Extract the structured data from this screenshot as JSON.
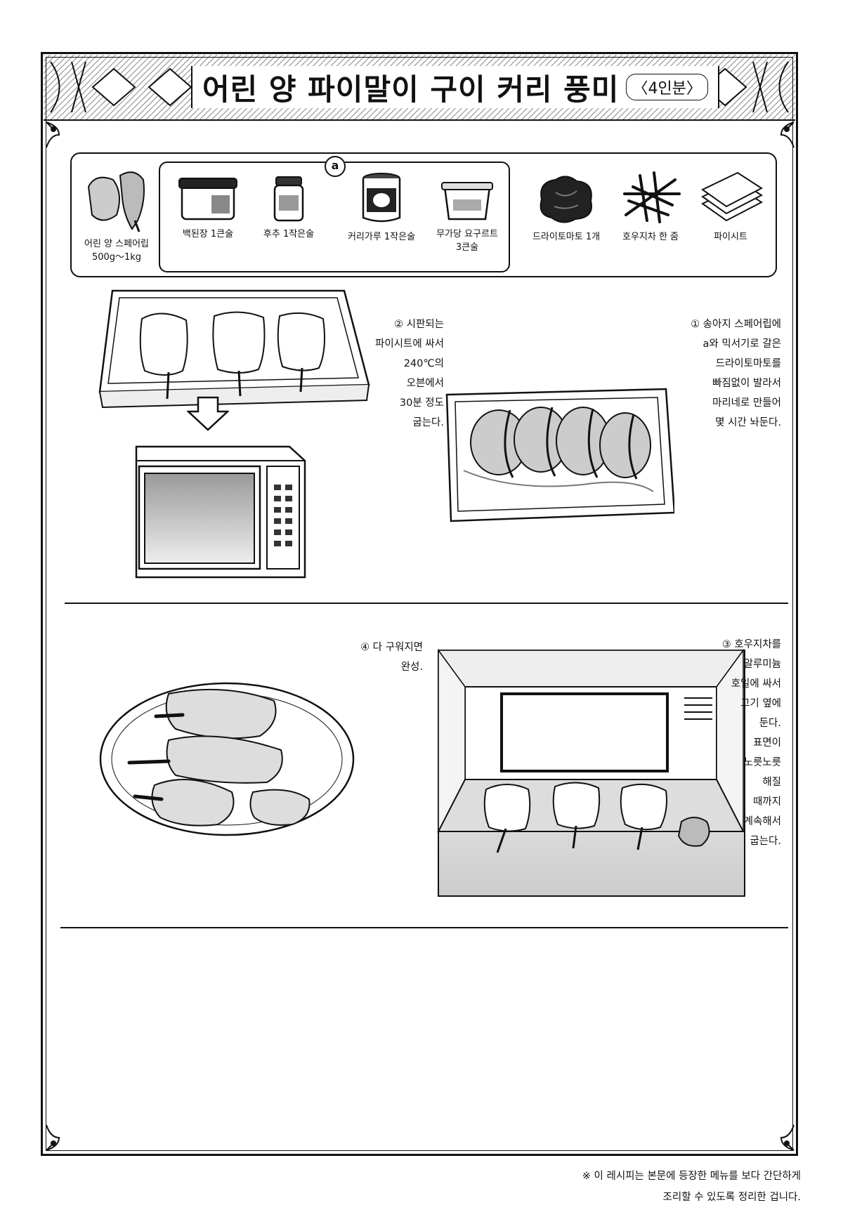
{
  "header": {
    "title": "어린 양 파이말이 구이 커리 풍미",
    "servings": "〈4인분〉"
  },
  "ingredients": {
    "group_a_badge": "a",
    "items": [
      {
        "name": "lamb-spare-ribs",
        "label": "어린 양 스페어립\n500g～1kg"
      },
      {
        "name": "miso",
        "label": "백된장 1큰술"
      },
      {
        "name": "pepper",
        "label": "후추 1작은술"
      },
      {
        "name": "curry-powder",
        "label": "커리가루 1작은술"
      },
      {
        "name": "yogurt",
        "label": "무가당 요구르트\n3큰술"
      },
      {
        "name": "dried-tomato",
        "label": "드라이토마토 1개"
      },
      {
        "name": "walnut-tea",
        "label": "호우지차 한 줌"
      },
      {
        "name": "pie-sheet",
        "label": "파이시트"
      }
    ]
  },
  "steps": [
    {
      "id": "step-1",
      "text": "① 송아지 스페어립에\na와 믹서기로 갈은\n드라이토마토를\n빠짐없이 발라서\n마리네로 만들어\n몇 시간 놔둔다."
    },
    {
      "id": "step-2",
      "text": "② 시판되는\n파이시트에 싸서\n240℃의\n오븐에서\n30분 정도\n굽는다."
    },
    {
      "id": "step-3",
      "text": "③ 호우지차를\n알루미늄\n호일에 싸서\n고기 옆에\n둔다.\n표면이\n노릇노릇\n해질\n때까지\n계속해서\n굽는다."
    },
    {
      "id": "step-4",
      "text": "④ 다 구워지면\n완성."
    }
  ],
  "footer_note": "※ 이 레시피는 본문에 등장한 메뉴를 보다 간단하게\n조리할 수 있도록 정리한 겁니다."
}
